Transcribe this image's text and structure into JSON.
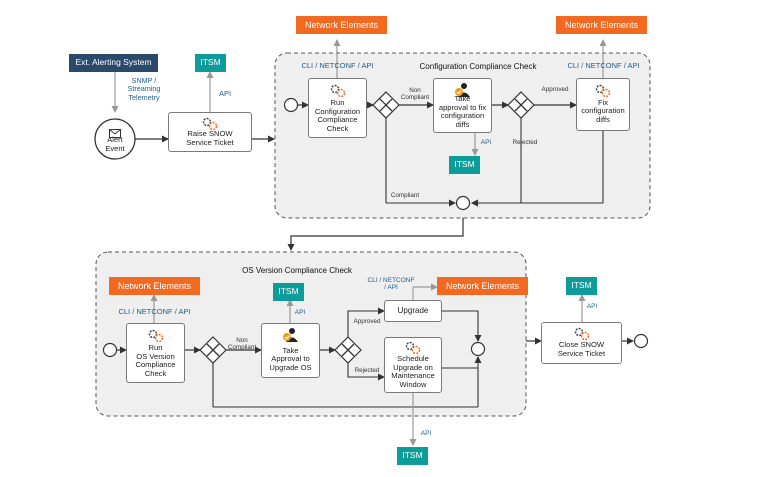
{
  "colors": {
    "network_elements": "#f26a21",
    "itsm": "#0e9c9a",
    "alerting": "#2b4a6b",
    "group_bg": "#efefef",
    "line": "#333333",
    "approve": "#f39c12"
  },
  "top": {
    "ext_system": "Ext. Alerting System",
    "snmp_label": "SNMP /\nStreaming\nTelemetry",
    "alert_event": "Alert\nEvent",
    "itsm": "ITSM",
    "api": "API",
    "raise_ticket": "Raise SNOW\nService Ticket"
  },
  "config_group": {
    "title": "Configuration Compliance Check",
    "network_elements_left": "Network Elements",
    "network_elements_right": "Network Elements",
    "cli_left": "CLI / NETCONF / API",
    "cli_right": "CLI / NETCONF / API",
    "run_task": "Run\nConfiguration\nCompliance\nCheck",
    "non_compliant": "Non\nCompliant",
    "approval_task": "Take\napproval to fix\nconfiguration\ndiffs",
    "approved": "Approved",
    "fix_task": "Fix\nconfiguration\ndiffs",
    "api": "API",
    "itsm": "ITSM",
    "rejected": "Rejected",
    "compliant": "Compliant"
  },
  "os_group": {
    "title": "OS Version Compliance Check",
    "network_elements_left": "Network Elements",
    "cli_left": "CLI / NETCONF / API",
    "run_task": "Run\nOS Version\nCompliance\nCheck",
    "non_compliant": "Non\nCompliant",
    "itsm": "ITSM",
    "api": "API",
    "approval_task": "Take\nApproval to\nUpgrade OS",
    "cli_mid": "CLI / NETCONF\n/ API",
    "network_elements_mid": "Network Elements",
    "approved": "Approved",
    "upgrade_task": "Upgrade",
    "rejected": "Rejected",
    "schedule_task": "Schedule\nUpgrade on\nMaintenance\nWindow",
    "api_bottom": "API",
    "itsm_bottom": "ITSM"
  },
  "close": {
    "itsm": "ITSM",
    "api": "API",
    "task": "Close SNOW\nService Ticket"
  }
}
